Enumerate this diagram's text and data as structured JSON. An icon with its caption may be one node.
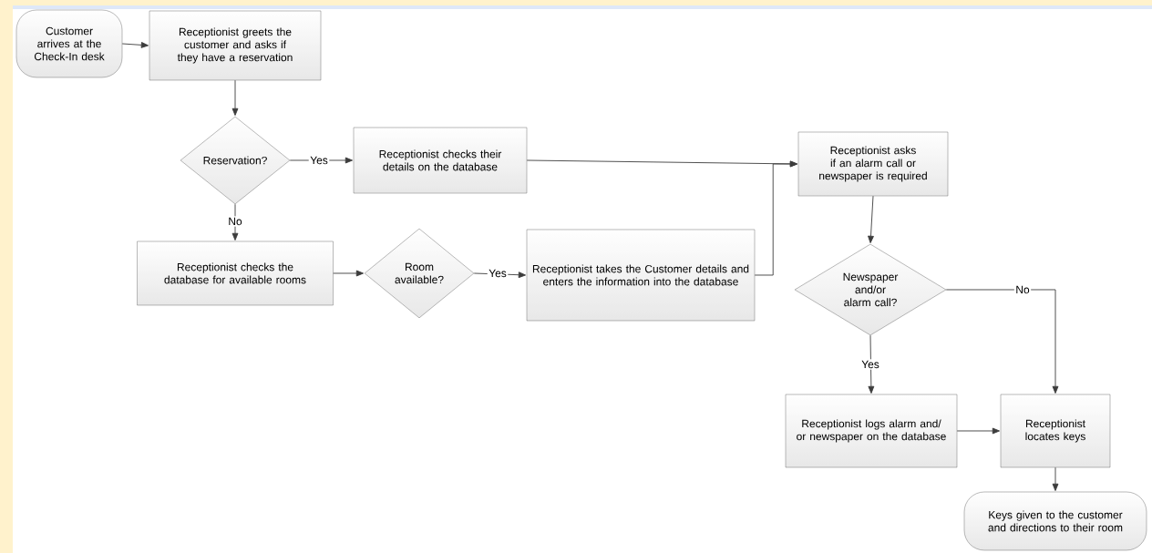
{
  "diagram": {
    "nodes": [
      {
        "text": [
          "Customer arrives at the Check-In desk"
        ]
      },
      {
        "text": [
          "Receptionist greets the customer and asks if they have a reservation"
        ]
      },
      {
        "text": [
          "Reservation?"
        ]
      },
      {
        "text": [
          "Receptionist checks their details on the database"
        ]
      },
      {
        "text": [
          "Receptionist checks the database for available rooms"
        ]
      },
      {
        "text": [
          "Room available?"
        ]
      },
      {
        "text": [
          "Receptionist takes the Customer details and enters the information into the database"
        ]
      },
      {
        "text": [
          "Receptionist asks if an alarm call or newspaper is required"
        ]
      },
      {
        "text": [
          "Newspaper and/or alarm call?"
        ]
      },
      {
        "text": [
          "Receptionist logs alarm and/ or newspaper on the database"
        ]
      },
      {
        "text": [
          "Receptionist locates keys"
        ]
      },
      {
        "text": [
          "Keys given to the customer and directions to their room"
        ]
      }
    ],
    "edges": [
      {
        "from": 0,
        "to": 1,
        "arrow": "to"
      },
      {
        "from": 1,
        "to": 2,
        "arrow": "to"
      },
      {
        "from": 2,
        "to": 3,
        "arrow": "to",
        "label": "Yes"
      },
      {
        "from": 2,
        "to": 4,
        "arrow": "to",
        "label": "No"
      },
      {
        "from": 4,
        "to": 5,
        "arrow": "to"
      },
      {
        "from": 5,
        "to": 6,
        "arrow": "to",
        "label": "Yes"
      },
      {
        "from": 3,
        "to": 7,
        "arrow": "to"
      },
      {
        "from": 6,
        "to": 7,
        "arrow": "to"
      },
      {
        "from": 7,
        "to": 8,
        "arrow": "to"
      },
      {
        "from": 8,
        "to": 9,
        "arrow": "to",
        "label": "Yes"
      },
      {
        "from": 8,
        "to": 10,
        "arrow": "to",
        "label": "No"
      },
      {
        "from": 9,
        "to": 10,
        "arrow": "to"
      },
      {
        "from": 10,
        "to": 11,
        "arrow": "to"
      }
    ]
  }
}
